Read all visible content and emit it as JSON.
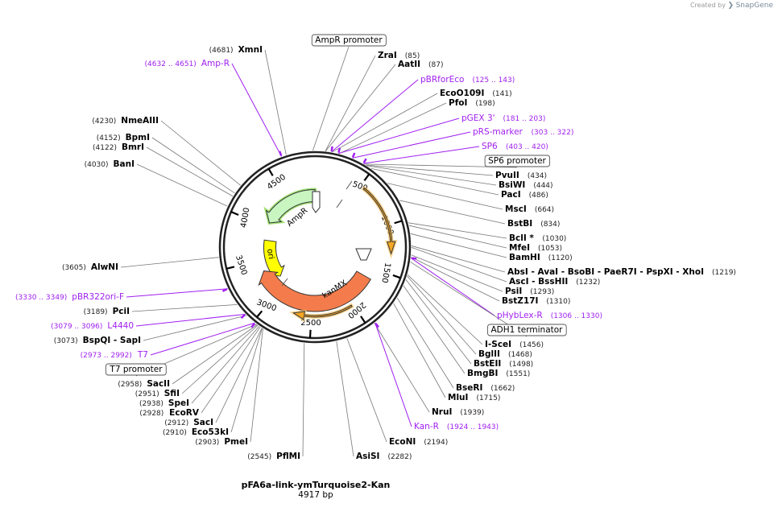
{
  "branding": {
    "created_by": "Created by",
    "product": "SnapGene"
  },
  "plasmid": {
    "name": "pFA6a-link-ymTurquoise2-Kan",
    "length_label": "4917 bp",
    "length": 4917
  },
  "ticks": [
    "500",
    "1000",
    "1500",
    "2000",
    "2500",
    "3000",
    "3500",
    "4000",
    "4500"
  ],
  "features": [
    {
      "name": "AmpR",
      "color": "#c8f5c0",
      "stroke": "#333333",
      "highlight": "#7bd63a"
    },
    {
      "name": "ori",
      "color": "#ffff00",
      "stroke": "#333333"
    },
    {
      "name": "kanMX",
      "color": "#f47c4c",
      "stroke": "#333333"
    }
  ],
  "labels": [
    {
      "name": "XmnI",
      "pos": "(4681)",
      "kind": "enzyme"
    },
    {
      "name": "Amp-R",
      "pos": "(4632 .. 4651)",
      "kind": "feature"
    },
    {
      "name": "AmpR promoter",
      "pos": "",
      "kind": "box"
    },
    {
      "name": "ZraI",
      "pos": "(85)",
      "kind": "enzyme"
    },
    {
      "name": "AatII",
      "pos": "(87)",
      "kind": "enzyme"
    },
    {
      "name": "pBRforEco",
      "pos": "(125 .. 143)",
      "kind": "feature"
    },
    {
      "name": "EcoO109I",
      "pos": "(141)",
      "kind": "enzyme"
    },
    {
      "name": "PfoI",
      "pos": "(198)",
      "kind": "enzyme"
    },
    {
      "name": "pGEX 3'",
      "pos": "(181 .. 203)",
      "kind": "feature"
    },
    {
      "name": "pRS-marker",
      "pos": "(303 .. 322)",
      "kind": "feature"
    },
    {
      "name": "SP6",
      "pos": "(403 .. 420)",
      "kind": "feature"
    },
    {
      "name": "SP6 promoter",
      "pos": "",
      "kind": "box"
    },
    {
      "name": "PvuII",
      "pos": "(434)",
      "kind": "enzyme"
    },
    {
      "name": "BsiWI",
      "pos": "(444)",
      "kind": "enzyme"
    },
    {
      "name": "PacI",
      "pos": "(486)",
      "kind": "enzyme"
    },
    {
      "name": "MscI",
      "pos": "(664)",
      "kind": "enzyme"
    },
    {
      "name": "BstBI",
      "pos": "(834)",
      "kind": "enzyme"
    },
    {
      "name": "BclI *",
      "pos": "(1030)",
      "kind": "enzyme"
    },
    {
      "name": "MfeI",
      "pos": "(1053)",
      "kind": "enzyme"
    },
    {
      "name": "BamHI",
      "pos": "(1120)",
      "kind": "enzyme"
    },
    {
      "name": "AbsI  - AvaI   - BsoBI   - PaeR7I   - PspXI  - XhoI",
      "pos": "(1219)",
      "kind": "enzyme"
    },
    {
      "name": "AscI  - BssHII",
      "pos": "(1232)",
      "kind": "enzyme"
    },
    {
      "name": "PsiI",
      "pos": "(1293)",
      "kind": "enzyme"
    },
    {
      "name": "BstZ17I",
      "pos": "(1310)",
      "kind": "enzyme"
    },
    {
      "name": "pHybLex-R",
      "pos": "(1306 .. 1330)",
      "kind": "feature"
    },
    {
      "name": "ADH1 terminator",
      "pos": "",
      "kind": "box"
    },
    {
      "name": "I-SceI",
      "pos": "(1456)",
      "kind": "enzyme"
    },
    {
      "name": "BglII",
      "pos": "(1468)",
      "kind": "enzyme"
    },
    {
      "name": "BstEII",
      "pos": "(1498)",
      "kind": "enzyme"
    },
    {
      "name": "BmgBI",
      "pos": "(1551)",
      "kind": "enzyme"
    },
    {
      "name": "BseRI",
      "pos": "(1662)",
      "kind": "enzyme"
    },
    {
      "name": "MluI",
      "pos": "(1715)",
      "kind": "enzyme"
    },
    {
      "name": "NruI",
      "pos": "(1939)",
      "kind": "enzyme"
    },
    {
      "name": "Kan-R",
      "pos": "(1924 .. 1943)",
      "kind": "feature"
    },
    {
      "name": "EcoNI",
      "pos": "(2194)",
      "kind": "enzyme"
    },
    {
      "name": "AsiSI",
      "pos": "(2282)",
      "kind": "enzyme"
    },
    {
      "name": "PflMI",
      "pos": "(2545)",
      "kind": "enzyme"
    },
    {
      "name": "PmeI",
      "pos": "(2903)",
      "kind": "enzyme"
    },
    {
      "name": "Eco53kI",
      "pos": "(2910)",
      "kind": "enzyme"
    },
    {
      "name": "SacI",
      "pos": "(2912)",
      "kind": "enzyme"
    },
    {
      "name": "EcoRV",
      "pos": "(2928)",
      "kind": "enzyme"
    },
    {
      "name": "SpeI",
      "pos": "(2938)",
      "kind": "enzyme"
    },
    {
      "name": "SfiI",
      "pos": "(2951)",
      "kind": "enzyme"
    },
    {
      "name": "SacII",
      "pos": "(2958)",
      "kind": "enzyme"
    },
    {
      "name": "T7 promoter",
      "pos": "",
      "kind": "box"
    },
    {
      "name": "T7",
      "pos": "(2973 .. 2992)",
      "kind": "feature"
    },
    {
      "name": "BspQI  - SapI",
      "pos": "(3073)",
      "kind": "enzyme"
    },
    {
      "name": "L4440",
      "pos": "(3079 .. 3096)",
      "kind": "feature"
    },
    {
      "name": "PciI",
      "pos": "(3189)",
      "kind": "enzyme"
    },
    {
      "name": "pBR322ori-F",
      "pos": "(3330 .. 3349)",
      "kind": "feature"
    },
    {
      "name": "AlwNI",
      "pos": "(3605)",
      "kind": "enzyme"
    },
    {
      "name": "BanI",
      "pos": "(4030)",
      "kind": "enzyme"
    },
    {
      "name": "BmrI",
      "pos": "(4122)",
      "kind": "enzyme"
    },
    {
      "name": "BpmI",
      "pos": "(4152)",
      "kind": "enzyme"
    },
    {
      "name": "NmeAIII",
      "pos": "(4230)",
      "kind": "enzyme"
    }
  ]
}
